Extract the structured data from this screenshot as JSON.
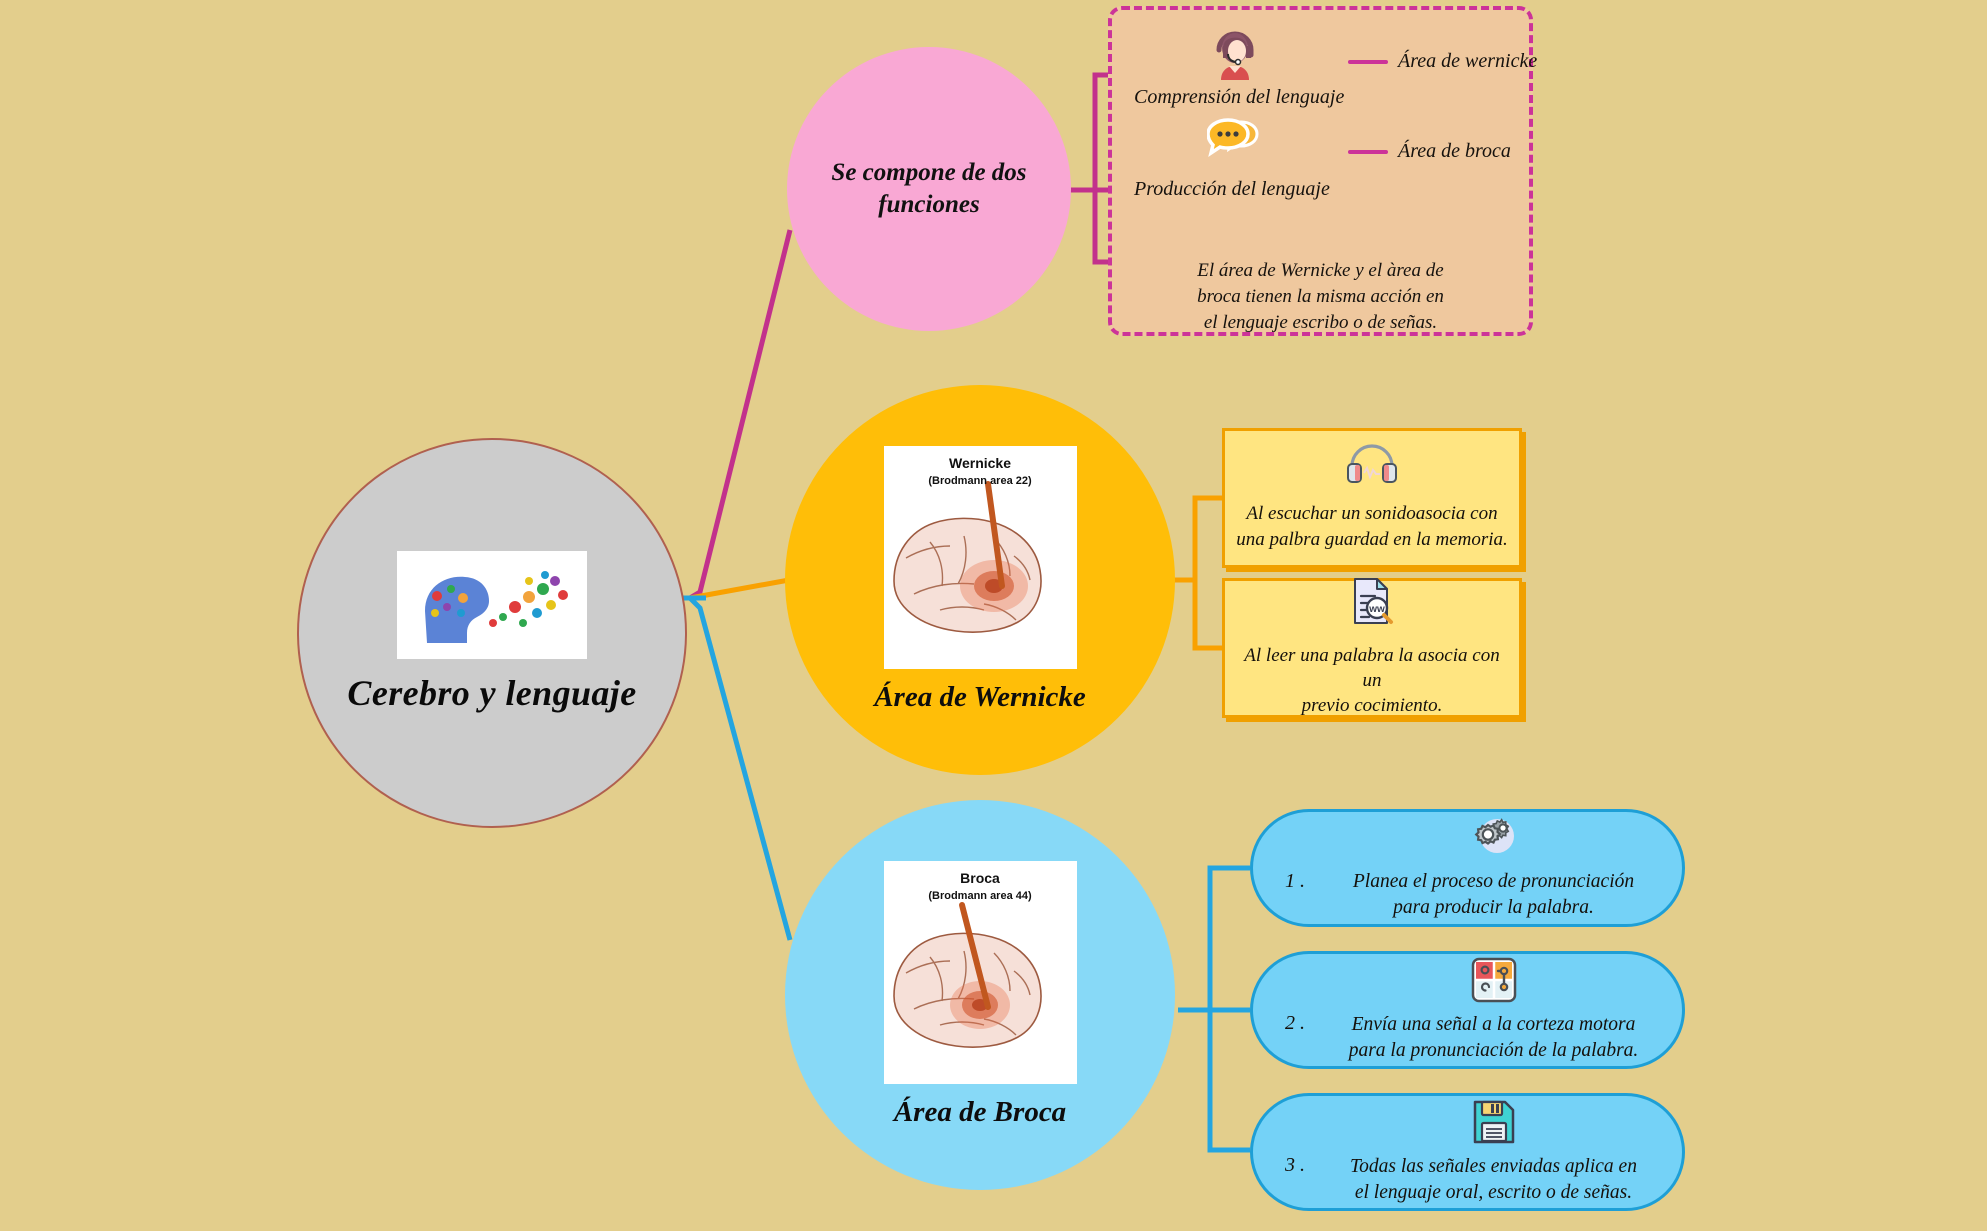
{
  "canvas": {
    "background_color": "#e3ce8c"
  },
  "central": {
    "label": "Cerebro y lenguaje",
    "image_alt": "brain-letters-illustration",
    "fill_color": "#cccccc",
    "border_color": "#b0604f"
  },
  "branches": {
    "pink": {
      "label": "Se compone de dos funciones",
      "fill_color": "#f9a8d4",
      "connector_color": "#c2318c"
    },
    "orange": {
      "label": "Área de Wernicke",
      "fill_color": "#ffbe08",
      "connector_color": "#f9a100"
    },
    "blue": {
      "label": "Área de Broca",
      "fill_color": "#87d9f7",
      "connector_color": "#24a5e0"
    }
  },
  "panel": {
    "border_color": "#cc3399",
    "fill_color": "#efc89e",
    "items": [
      {
        "icon": "headset-support-person-icon",
        "caption": "Comprensión del lenguaje",
        "legend": "Área de wernicke"
      },
      {
        "icon": "speech-bubbles-icon",
        "caption": "Producción del lenguaje",
        "legend": "Área de broca"
      }
    ],
    "note": "El área de Wernicke y el àrea de\nbroca tienen la misma acción en\nel lenguaje escribo o de señas."
  },
  "wernicke": {
    "brain_card": {
      "title": "Wernicke",
      "subtitle": "(Brodmann area 22)"
    },
    "boxes": [
      {
        "icon": "headphones-icon",
        "text": "Al escuchar un sonidoasocia con\nuna palbra guardad en la memoria.",
        "fill_color": "#ffe581",
        "border_color": "#f0a000"
      },
      {
        "icon": "document-search-icon",
        "text": "Al leer una palabra la asocia con un\nprevio cocimiento.",
        "fill_color": "#ffe581",
        "border_color": "#f0a000"
      }
    ]
  },
  "broca": {
    "brain_card": {
      "title": "Broca",
      "subtitle": "(Brodmann area 44)"
    },
    "boxes": [
      {
        "number": "1 .",
        "icon": "gears-icon",
        "text": "Planea el proceso de pronunciación\npara producir la palabra.",
        "fill_color": "#74d2f7",
        "border_color": "#1e9fd6"
      },
      {
        "number": "2 .",
        "icon": "puzzle-icon",
        "text": "Envía una señal a la corteza motora\npara la pronunciación de la palabra.",
        "fill_color": "#74d2f7",
        "border_color": "#1e9fd6"
      },
      {
        "number": "3 .",
        "icon": "floppy-disk-save-icon",
        "text": "Todas las señales enviadas aplica en\nel lenguaje oral, escrito o de señas.",
        "fill_color": "#74d2f7",
        "border_color": "#1e9fd6"
      }
    ]
  }
}
